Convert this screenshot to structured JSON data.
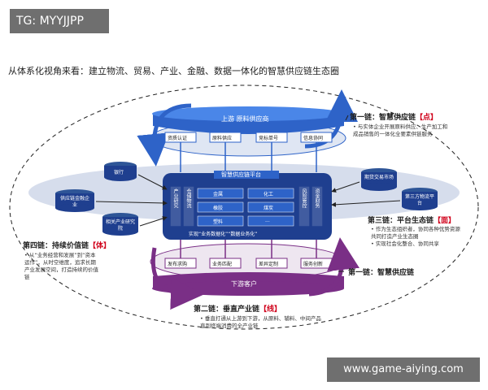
{
  "tag": "TG: MYYJJPP",
  "watermark": "www.game-aiying.com",
  "caption": "从体系化视角来看：建立物流、贸易、产业、金融、数据一体化的智慧供应链生态圈",
  "top_banner": "上游 原料供应商",
  "top_boxes": [
    "资质认证",
    "原料供应",
    "竞标单号",
    "信息协同"
  ],
  "platform_label": "智慧供应链平台",
  "left_nodes": [
    "银行",
    "供应链金融企业",
    "相关产业研究院"
  ],
  "right_nodes": [
    "期货交易市场",
    "第三方物流平台"
  ],
  "inner_left": [
    "产业研究",
    "仓储物流"
  ],
  "inner_right": [
    "风险管控",
    "资金财务"
  ],
  "grid_cells": [
    "金属",
    "橡胶",
    "塑料",
    "化工",
    "煤炭",
    "..."
  ],
  "inner_bottom": "实现“业务数据化”“数据业务化”",
  "bottom_boxes": [
    "发布求购",
    "业务匹配",
    "差异定制",
    "服务创新"
  ],
  "bottom_banner": "下游客户",
  "chain1": {
    "title": "第一链：智慧供应链",
    "tag": "【点】",
    "bullet": "与实体企业开展原料供应、生产加工和成品销售的一体化全要素供链服务"
  },
  "chain1b": "第一链：智慧供应链",
  "chain2": {
    "title": "第二链：垂直产业链",
    "tag": "【线】",
    "bullet": "垂直打通从上游到下游，从原料、辅料、中间产品直到终端消费的全产业链"
  },
  "chain3": {
    "title": "第三链：平台生态链",
    "tag": "【面】",
    "bullets": [
      "作为生态组织者，协同各种优势资源共同打造产业生态圈",
      "实现社会化整合、协同共享"
    ]
  },
  "chain4": {
    "title": "第四链：持续价值链",
    "tag": "【体】",
    "bullet": "从“业务经营和发展”到“资本运作”，从时空维度，追求长期产业发展空间，打造持续的价值链"
  },
  "colors": {
    "blue_dark": "#1f3f8f",
    "blue": "#2e63c8",
    "purple": "#7a2f86",
    "red": "#d0021b"
  }
}
